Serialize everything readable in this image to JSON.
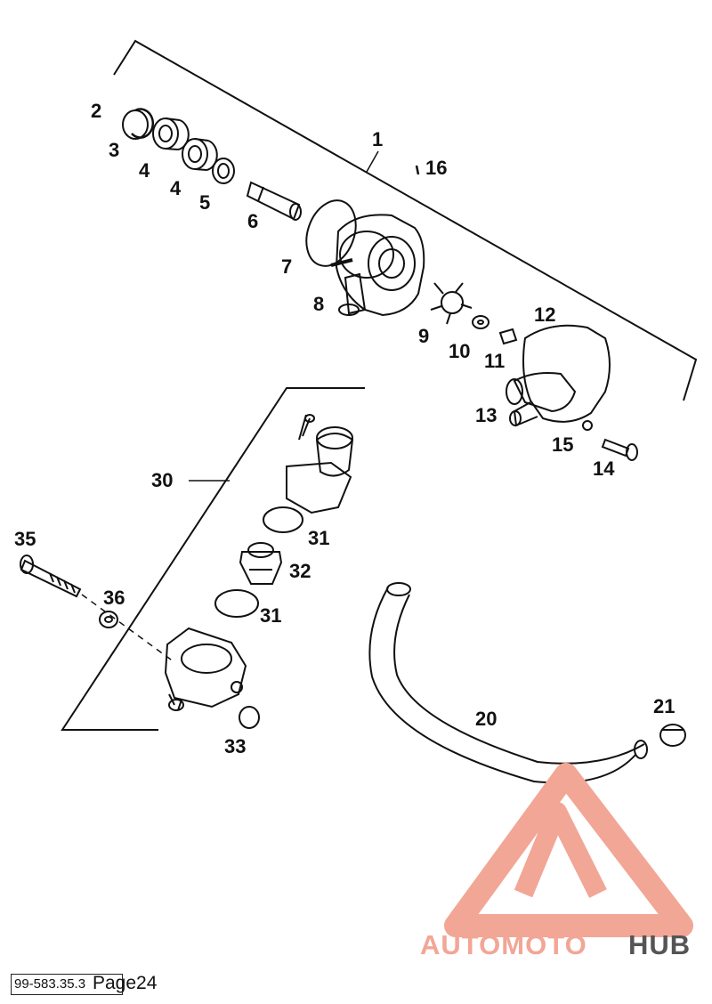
{
  "callouts": {
    "c1": "1",
    "c2": "2",
    "c3": "3",
    "c4a": "4",
    "c4b": "4",
    "c5": "5",
    "c6": "6",
    "c7": "7",
    "c8": "8",
    "c9": "9",
    "c10": "10",
    "c11": "11",
    "c12": "12",
    "c13": "13",
    "c14": "14",
    "c15": "15",
    "c16": "16",
    "c20": "20",
    "c21": "21",
    "c30": "30",
    "c31a": "31",
    "c31b": "31",
    "c32": "32",
    "c33": "33",
    "c35": "35",
    "c36": "36"
  },
  "watermark": {
    "part1": "AUTOMOTO",
    "part2": "HUB",
    "color_primary": "#f2a696",
    "color_secondary": "#f6c46e",
    "color_dark": "#555555"
  },
  "footer": {
    "code": "99-583.35.3",
    "page": "Page24"
  }
}
